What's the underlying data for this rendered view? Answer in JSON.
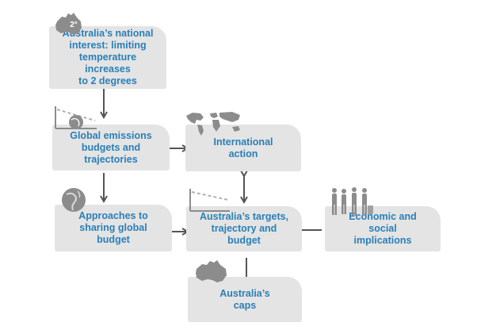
{
  "diagram": {
    "nodes": {
      "national_interest": "Australia’s national\ninterest: limiting\ntemperature increases\nto 2 degrees",
      "global_budgets": "Global emissions\nbudgets and\ntrajectories",
      "international_action": "International\naction",
      "approaches": "Approaches to\nsharing global\nbudget",
      "targets": "Australia’s targets,\ntrajectory and\nbudget",
      "economic": "Economic and\nsocial\nimplications",
      "caps": "Australia’s\ncaps"
    },
    "icon_badge": "2°",
    "colors": {
      "text": "#2a7fb8",
      "box": "#e4e4e4",
      "arrow": "#555555",
      "icon": "#8c8c8c"
    },
    "edges": [
      [
        "national_interest",
        "global_budgets"
      ],
      [
        "global_budgets",
        "international_action"
      ],
      [
        "global_budgets",
        "approaches"
      ],
      [
        "approaches",
        "targets"
      ],
      [
        "economic",
        "targets"
      ],
      [
        "targets",
        "international_action",
        "bidirectional"
      ],
      [
        "targets",
        "caps"
      ]
    ]
  }
}
